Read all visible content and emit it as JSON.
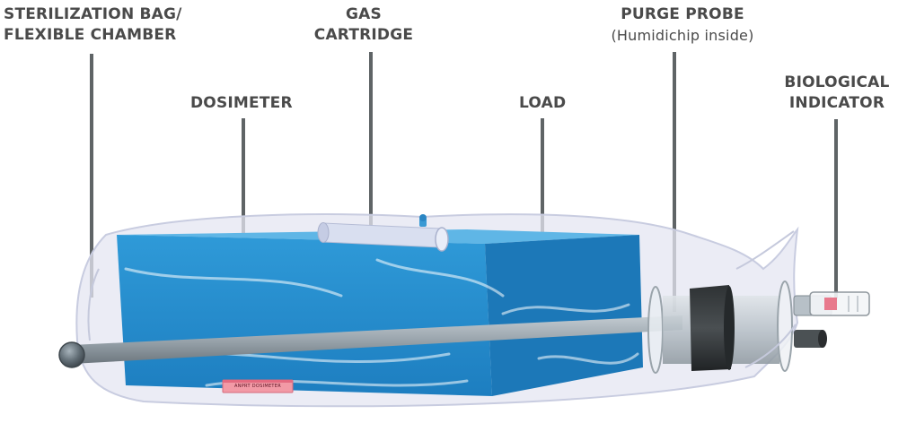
{
  "labels": {
    "bag": [
      "STERILIZATION BAG/",
      "FLEXIBLE CHAMBER"
    ],
    "gas": [
      "GAS",
      "CARTRIDGE"
    ],
    "dosimeter": "DOSIMETER",
    "load": "LOAD",
    "purge": [
      "PURGE PROBE",
      "(Humidichip inside)"
    ],
    "bio": [
      "BIOLOGICAL",
      "INDICATOR"
    ]
  },
  "dosimeter_strip_text": "ANPRT  DOSIMETER",
  "colors": {
    "label_text": "#4a4a4a",
    "leader_line": "#5f6466",
    "load_box": "#2a90d0",
    "bag": "#e4e6f2",
    "probe_tube": "#9aa5ad",
    "dosimeter_strip": "#f29aa6"
  }
}
